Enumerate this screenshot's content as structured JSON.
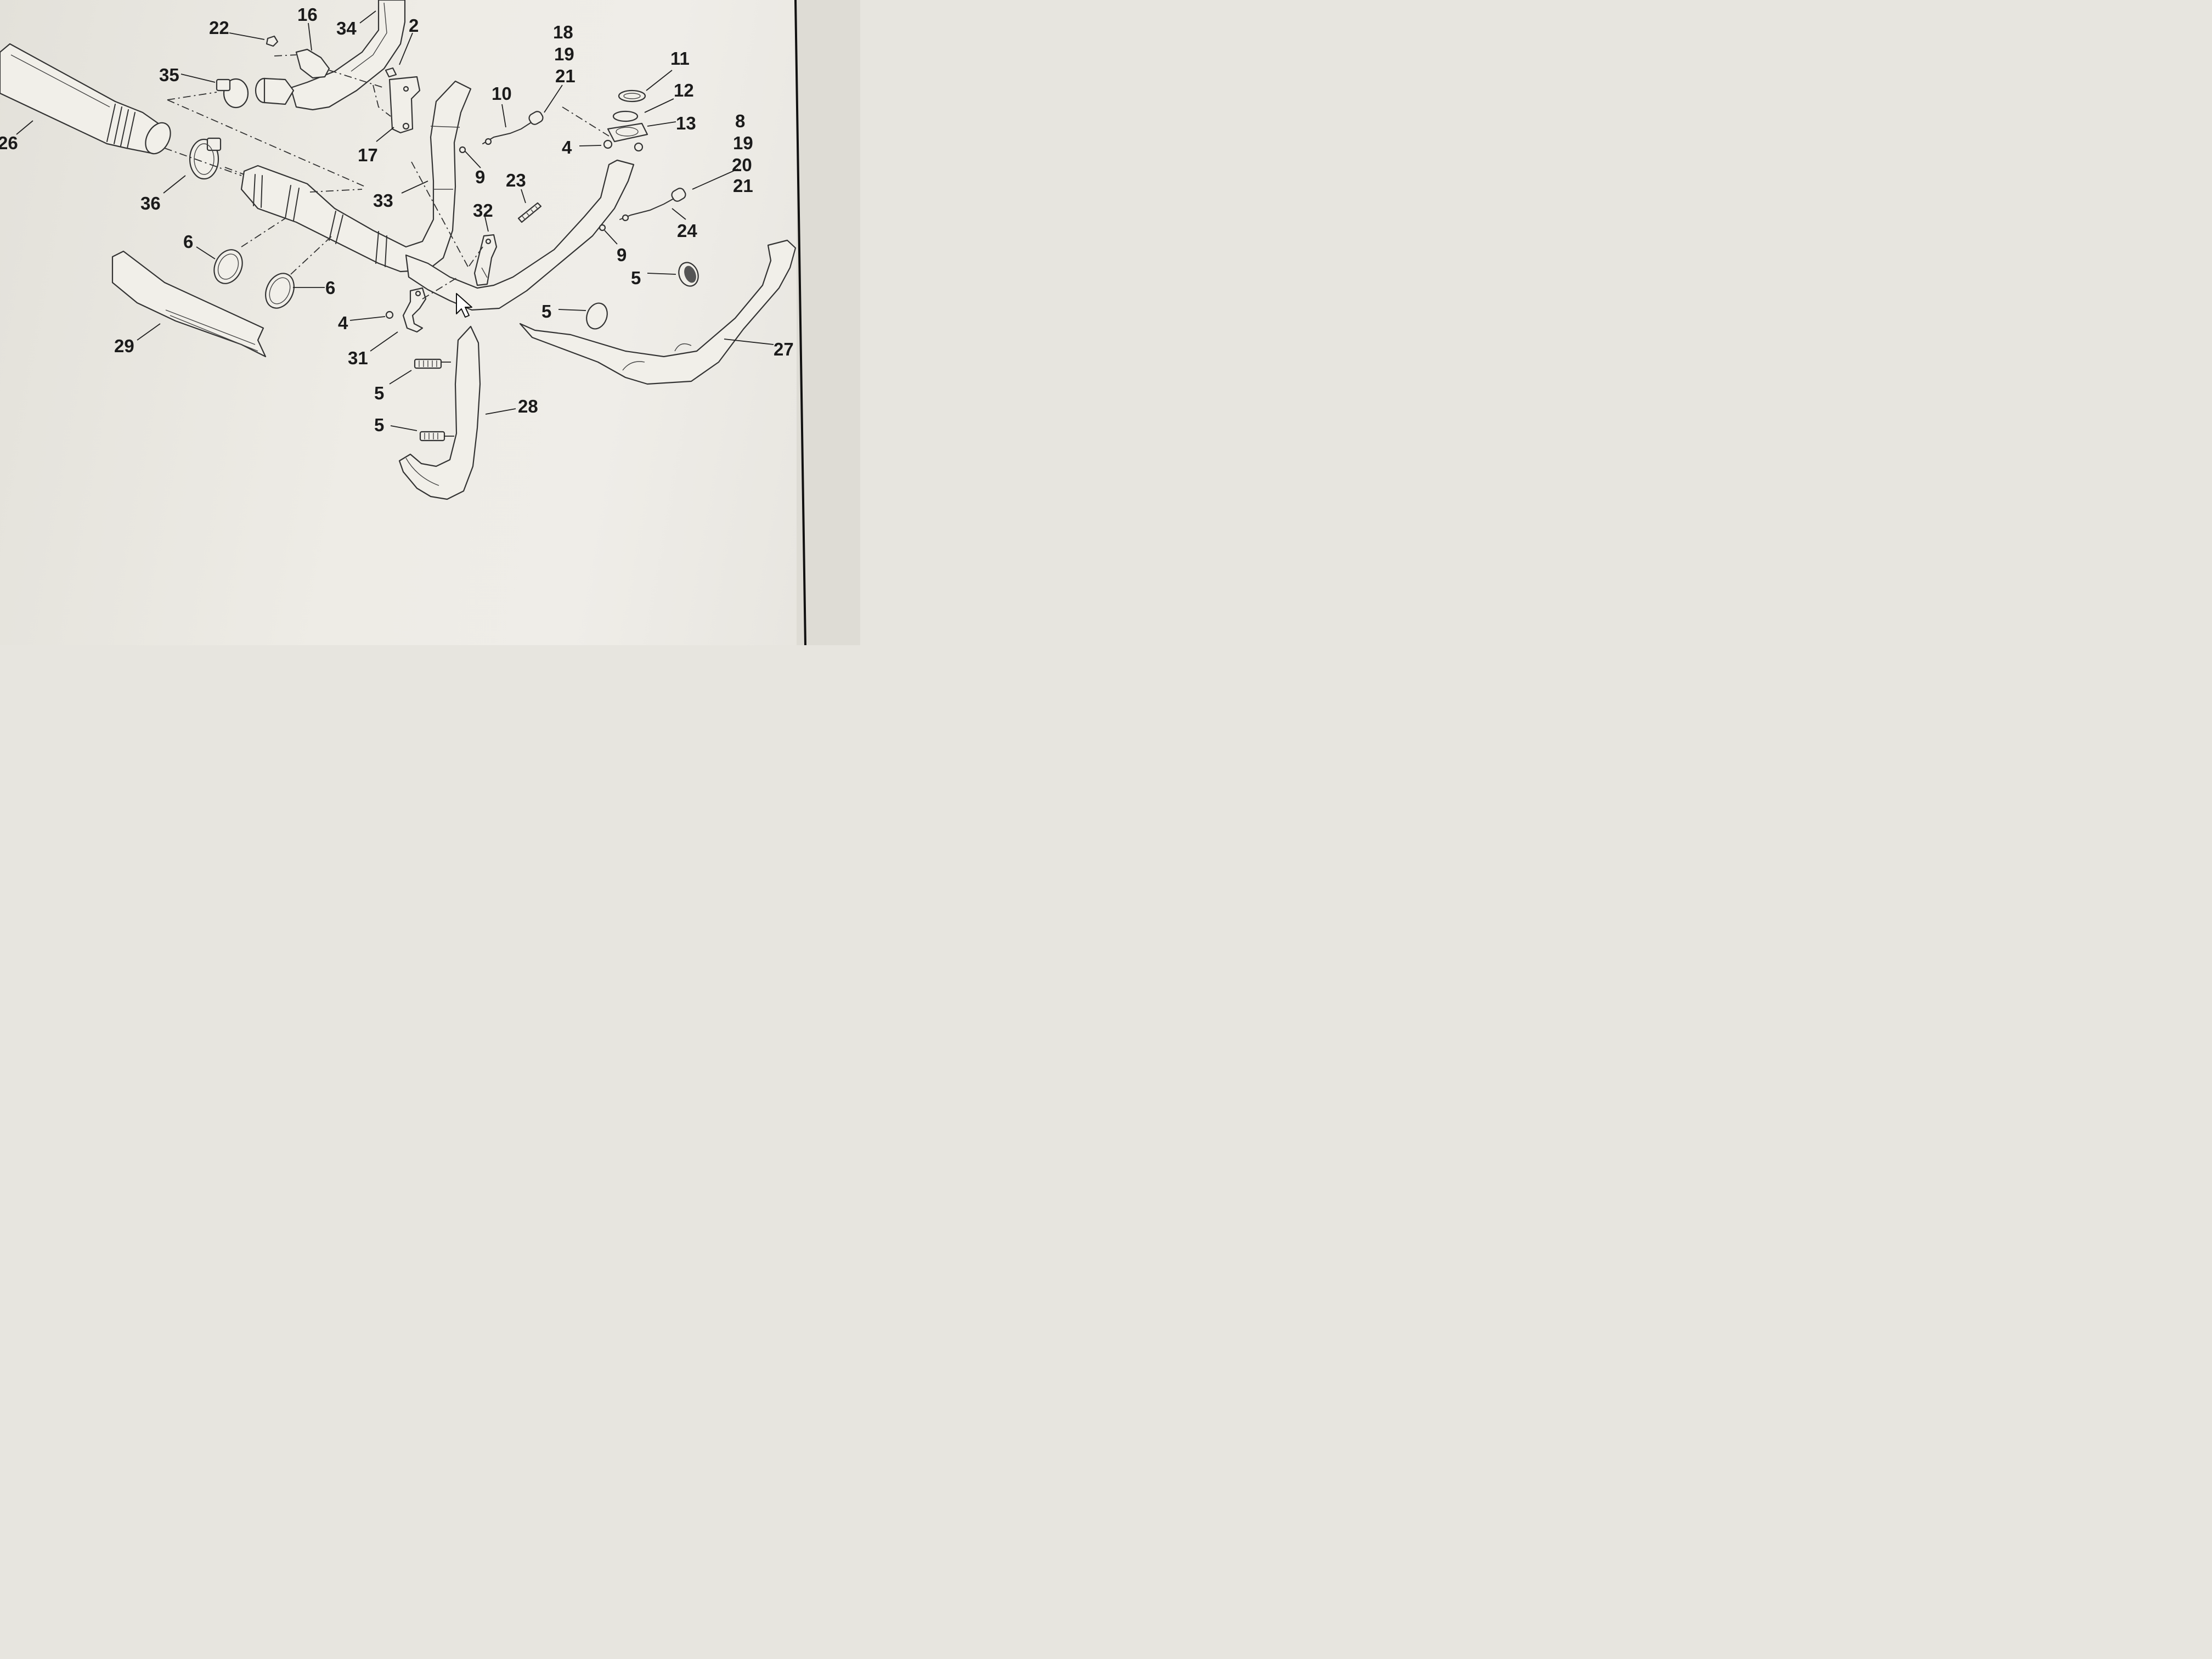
{
  "callouts": {
    "c1": "22",
    "c2": "16",
    "c3": "34",
    "c4": "2",
    "c5": "18",
    "c6": "19",
    "c7": "21",
    "c8": "35",
    "c9": "10",
    "c10": "11",
    "c11": "12",
    "c12": "13",
    "c13": "26",
    "c14": "17",
    "c15": "4",
    "c16": "9",
    "c17": "8",
    "c18": "19",
    "c19": "20",
    "c20": "21",
    "c21": "33",
    "c22": "23",
    "c23": "36",
    "c24": "32",
    "c25": "24",
    "c26": "9",
    "c27": "6",
    "c28": "5",
    "c29": "6",
    "c30": "5",
    "c31": "4",
    "c32": "27",
    "c33": "29",
    "c34": "31",
    "c35": "5",
    "c36": "28",
    "c37": "5"
  },
  "colors": {
    "paper": "#eeece6",
    "ink": "#1b1b1b",
    "frame": "#111111"
  },
  "icons": {
    "cursor": "arrow-cursor-icon"
  }
}
